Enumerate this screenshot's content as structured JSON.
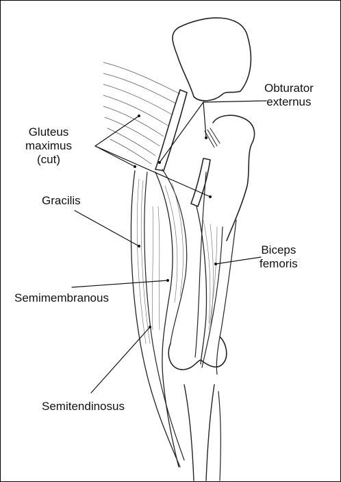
{
  "labels": {
    "obturator_externus": "Obturator\nexternus",
    "gluteus_maximus": "Gluteus\nmaximus\n(cut)",
    "gracilis": "Gracilis",
    "biceps_femoris": "Biceps\nfemoris",
    "semimembranosus": "Semimembranous",
    "semitendinosus": "Semitendinosus"
  },
  "colors": {
    "ink": "#111111",
    "background": "#ffffff"
  }
}
